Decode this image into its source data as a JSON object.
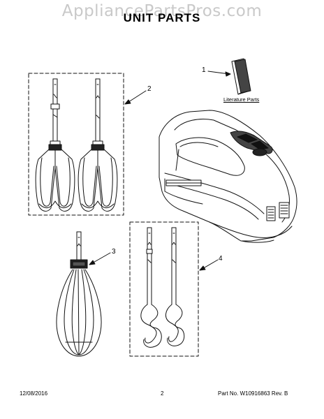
{
  "header": {
    "watermark": "AppliancePartsPros.com",
    "title": "UNIT PARTS"
  },
  "callouts": {
    "c1": "1",
    "c2": "2",
    "c3": "3",
    "c4": "4"
  },
  "literature_label": "Literature Parts",
  "footer": {
    "date": "12/08/2016",
    "page": "2",
    "part_no": "Part No. W10916863  Rev. B"
  }
}
